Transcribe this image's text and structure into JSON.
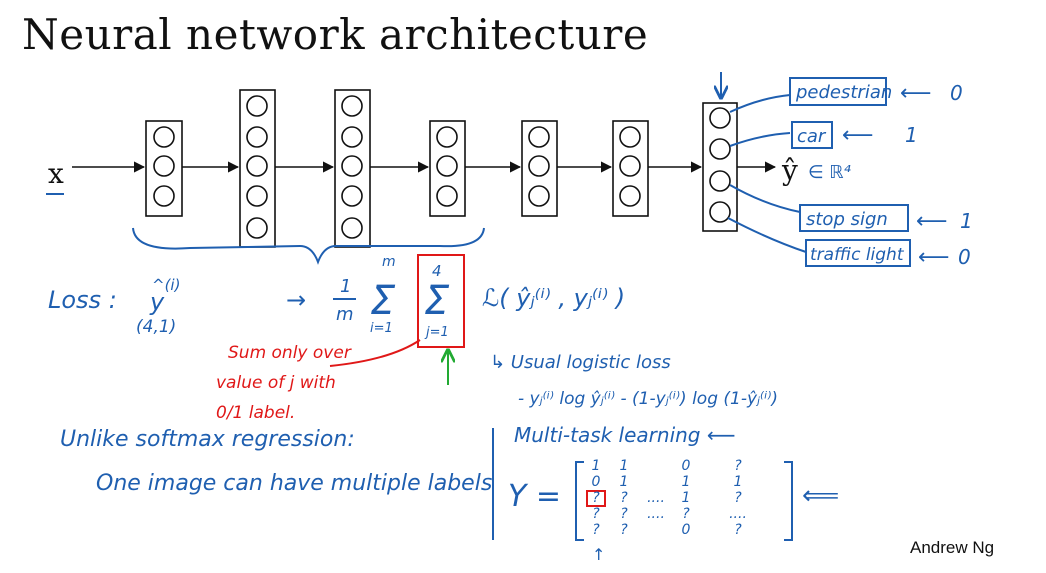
{
  "slide": {
    "title": "Neural network architecture",
    "author": "Andrew Ng"
  },
  "network": {
    "input_label": "x",
    "output_label": "ŷ",
    "output_space": "∈ ℝ⁴",
    "output_classes": [
      {
        "label": "pedestrian",
        "value": "0"
      },
      {
        "label": "car",
        "value": "1"
      },
      {
        "label": "stop sign",
        "value": "1"
      },
      {
        "label": "traffic light",
        "value": "0"
      }
    ]
  },
  "annotations": {
    "loss_label": "Loss :",
    "yhat_superscript": "^(i)",
    "yhat": "y",
    "shape": "(4,1)",
    "sum_arrow": "→",
    "frac_num": "1",
    "frac_den": "m",
    "outer_sum_top": "m",
    "outer_sum_bottom": "i=1",
    "inner_sum_top": "4",
    "inner_sum_bottom": "j=1",
    "loss_fn": "ℒ( ŷⱼ⁽ⁱ⁾ , yⱼ⁽ⁱ⁾ )",
    "logistic_note": "↳ Usual logistic loss",
    "logistic_formula": "- yⱼ⁽ⁱ⁾ log ŷⱼ⁽ⁱ⁾ - (1-yⱼ⁽ⁱ⁾) log (1-ŷⱼ⁽ⁱ⁾)",
    "red_note": [
      "Sum only over",
      "value of j with",
      "0/1 label."
    ],
    "unlike_line1": "Unlike softmax regression:",
    "unlike_line2": "One image can have multiple labels",
    "multitask": "Multi-task learning ⟵",
    "matrix_label": "Y =",
    "matrix_rows": [
      [
        "1",
        "1",
        "",
        "0",
        "?"
      ],
      [
        "0",
        "1",
        "",
        "1",
        "1"
      ],
      [
        "?",
        "?",
        "....",
        "1",
        "?"
      ],
      [
        "?",
        "?",
        "....",
        "?",
        "...."
      ],
      [
        "?",
        "?",
        "",
        "0",
        "?"
      ]
    ],
    "matrix_arrow": "⟸"
  },
  "colors": {
    "ink": "#111111",
    "blue": "#1f5fb0",
    "red": "#e01818",
    "green": "#22aa33"
  }
}
